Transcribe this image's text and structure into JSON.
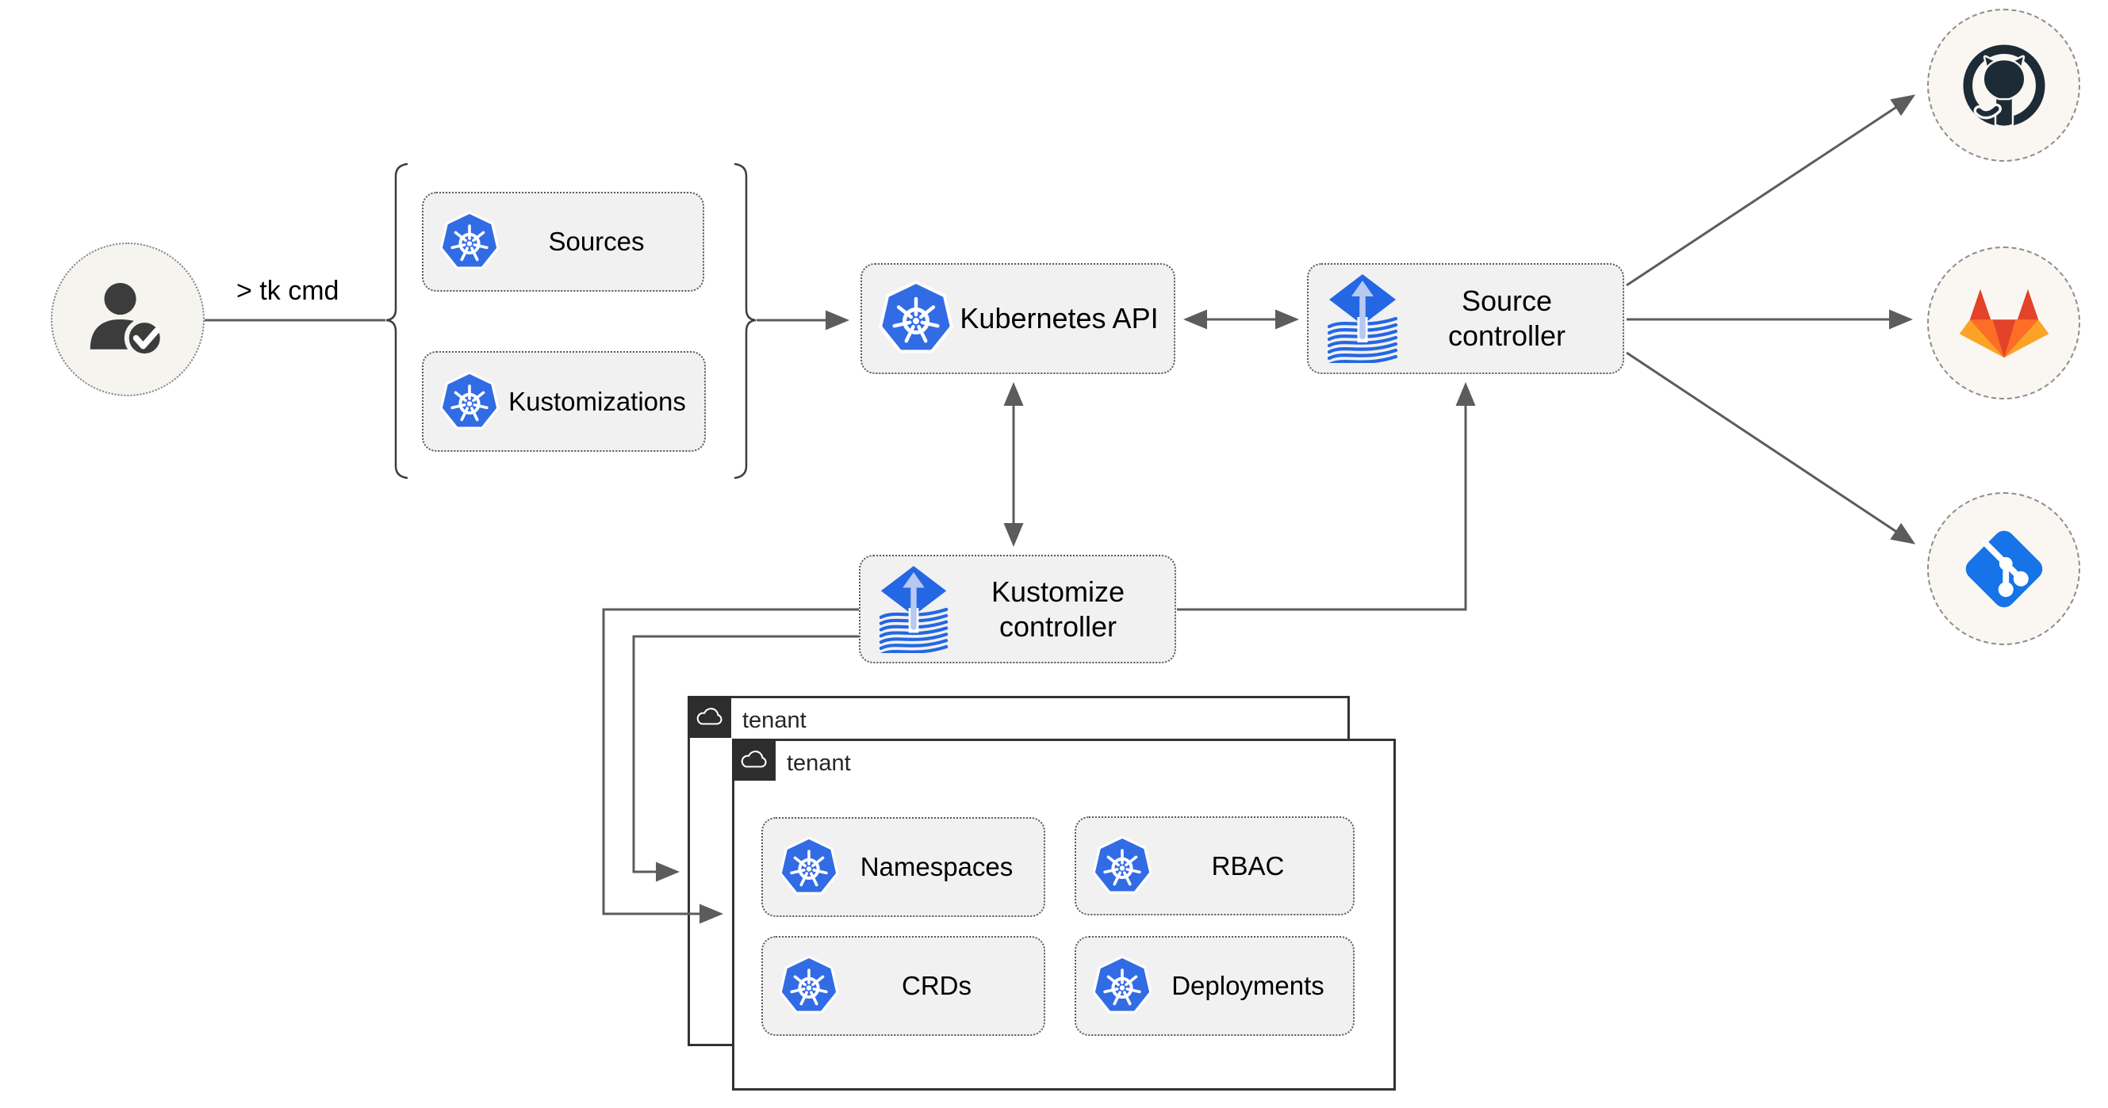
{
  "diagram": {
    "cli_label": "> tk cmd",
    "nodes": {
      "user": {
        "icon": "user-check-icon"
      },
      "sources": {
        "label": "Sources",
        "icon": "kubernetes-icon"
      },
      "kustomizations": {
        "label": "Kustomizations",
        "icon": "kubernetes-icon"
      },
      "kubernetes_api": {
        "label": "Kubernetes API",
        "icon": "kubernetes-icon"
      },
      "source_controller": {
        "label": "Source controller",
        "icon": "flux-icon"
      },
      "kustomize_controller": {
        "label": "Kustomize controller",
        "icon": "flux-icon"
      },
      "tenant_back": {
        "label": "tenant",
        "icon": "cloud-icon"
      },
      "tenant_front": {
        "label": "tenant",
        "icon": "cloud-icon"
      },
      "namespaces": {
        "label": "Namespaces",
        "icon": "kubernetes-icon"
      },
      "rbac": {
        "label": "RBAC",
        "icon": "kubernetes-icon"
      },
      "crds": {
        "label": "CRDs",
        "icon": "kubernetes-icon"
      },
      "deployments": {
        "label": "Deployments",
        "icon": "kubernetes-icon"
      },
      "github": {
        "icon": "github-icon"
      },
      "gitlab": {
        "icon": "gitlab-icon"
      },
      "git": {
        "icon": "git-icon"
      }
    },
    "colors": {
      "kubernetes_blue": "#326ce5",
      "flux_blue": "#2467e4",
      "flux_arrow_light": "#b7c9f1",
      "github_dark": "#1d2b36",
      "gitlab_red": "#e24329",
      "gitlab_orange": "#fc6d26",
      "gitlab_light_orange": "#fca326",
      "git_blue": "#1673e8",
      "edge_gray": "#5c5c5c",
      "node_fill": "#f1f1f1",
      "node_border": "#5a5a5a",
      "tenant_border": "#333333",
      "tenant_tab_dark": "#2d2d2d",
      "endpoint_circle_fill": "#faf7f2",
      "user_circle_fill": "#f6f4ef"
    }
  }
}
